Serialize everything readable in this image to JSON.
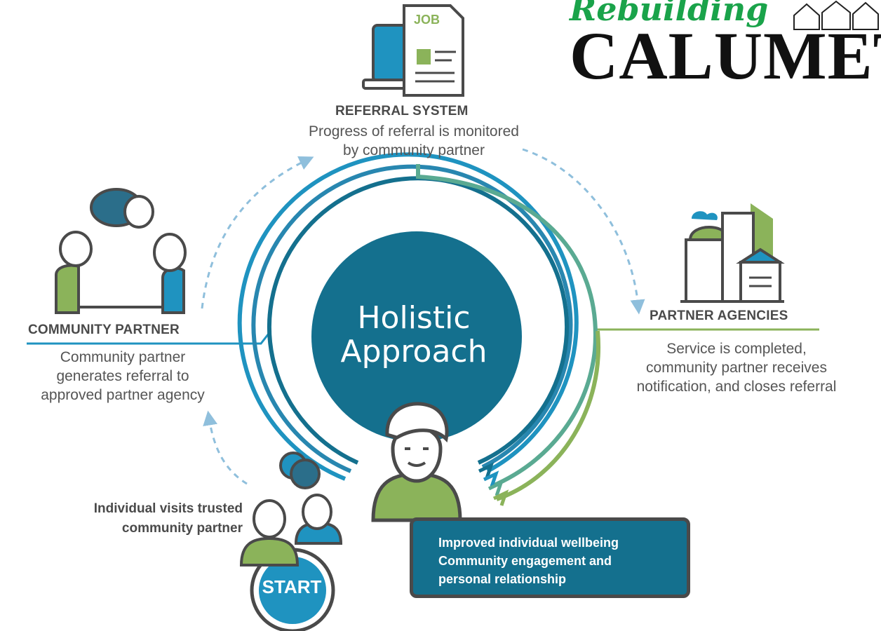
{
  "logo": {
    "script": "Rebuilding",
    "main": "CALUMET"
  },
  "center": {
    "line1": "Holistic",
    "line2": "Approach"
  },
  "nodes": {
    "referral": {
      "icon_text": "JOB",
      "title": "REFERRAL SYSTEM",
      "desc": [
        "Progress of referral is monitored",
        "by community partner"
      ]
    },
    "community": {
      "title": "COMMUNITY PARTNER",
      "desc": [
        "Community partner",
        "generates referral to",
        "approved partner agency"
      ]
    },
    "agencies": {
      "title": "PARTNER AGENCIES",
      "desc": [
        "Service is completed,",
        "community partner receives",
        "notification, and closes referral"
      ]
    },
    "start": {
      "label": "START",
      "desc": [
        "Individual visits trusted",
        "community partner"
      ]
    }
  },
  "outcomes": [
    "Improved individual wellbeing",
    "Community engagement and",
    "personal relationship"
  ],
  "colors": {
    "teal_dark": "#14708e",
    "blue": "#1f93c0",
    "green": "#8bb35a",
    "green_teal": "#5aaa92",
    "gray": "#4a4a4a",
    "logo_green": "#1aa34a"
  }
}
